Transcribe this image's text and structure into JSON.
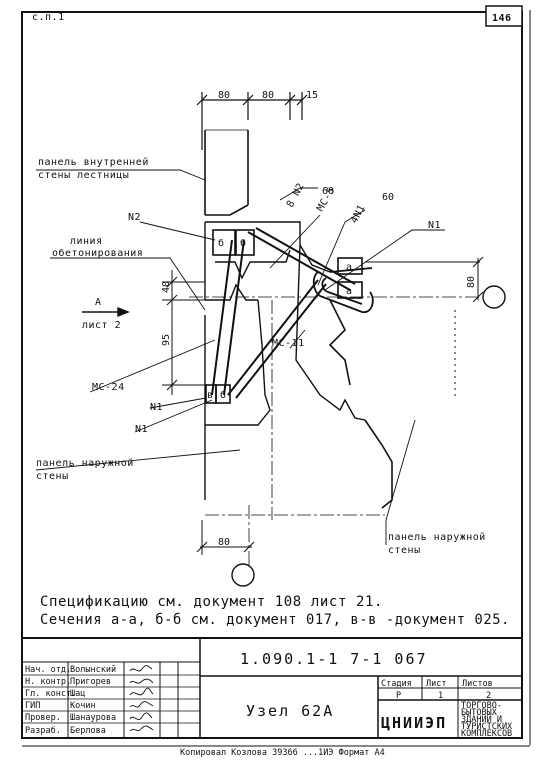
{
  "sheet": {
    "page_number": "146",
    "stamp": "с.п.1",
    "document_code": "1.090.1-1 7-1 067",
    "node_title": "Узел 62А",
    "organization": "ЦНИИЭП",
    "organization_subtitle": [
      "ТОРГОВО-",
      "БЫТОВЫХ",
      "ЗДАНИЙ И",
      "ТУРИСТСКИХ",
      "КОМПЛЕКСОВ"
    ],
    "bottom_strip": "Копировал Козлова 39366 ...1ИЭ Формат А4"
  },
  "drawing": {
    "dims_top": [
      "80",
      "80",
      "15"
    ],
    "dim_right": "80",
    "dims_left": [
      "40",
      "95"
    ],
    "dim_bottom": "80",
    "labels": {
      "inner_wall": [
        "панель внутренней",
        "стены лестницы"
      ],
      "concrete_line": [
        "линия",
        "обетонирования"
      ],
      "section_ref_letter": "А",
      "section_ref_sheet": "лист 2",
      "n2_leader": "N2",
      "mc24": "МС-24",
      "n1_left_a": "N1",
      "n1_left_b": "N1",
      "outer_wall_left": [
        "панель наружной",
        "стены"
      ],
      "outer_wall_right": [
        "панель наружной",
        "стены"
      ],
      "n1_right": "N1",
      "mc5": "МС-5",
      "mc11": "МС-11",
      "n2_60": "8 N2",
      "n2_60_val": "60",
      "an1": "4N1",
      "an1_val": "60",
      "a_mark": "а",
      "b_mark": "б",
      "v_mark": "в"
    }
  },
  "notes": {
    "line1": "Спецификацию см. документ 108 лист 21.",
    "line2": "Сечения а-а, б-б см. документ 017, в-в -документ 025."
  },
  "title_block": {
    "roles": [
      "Нач. отд.",
      "Н. контр.",
      "Гл. конст.",
      "ГИП",
      "Провер.",
      "Разраб."
    ],
    "names": [
      "Волынский",
      "Пригорев",
      "Шац",
      "Кочин",
      "Шанаурова",
      "Берлова"
    ],
    "stage_headers": [
      "Стадия",
      "Лист",
      "Листов"
    ],
    "stage_values": [
      "Р",
      "1",
      "2"
    ]
  }
}
